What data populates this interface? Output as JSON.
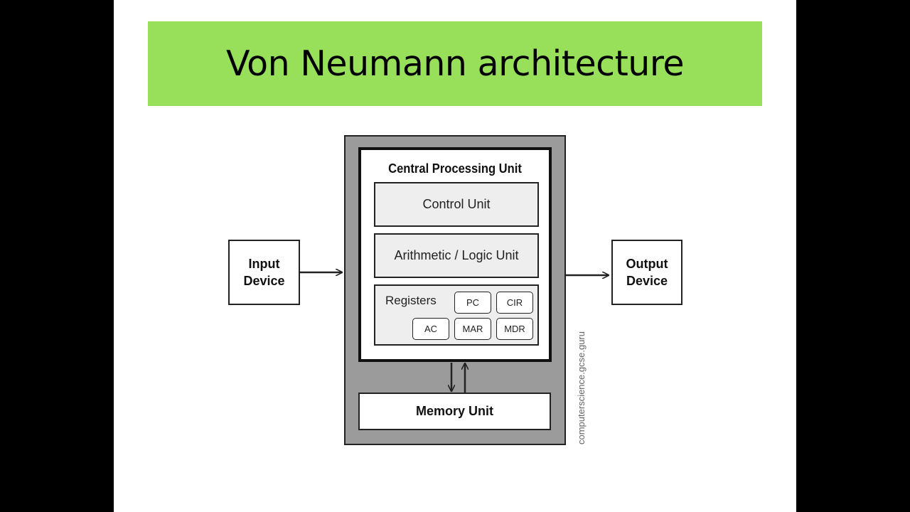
{
  "slide": {
    "title": "Von Neumann architecture"
  },
  "diagram": {
    "cpu_title": "Central Processing Unit",
    "control_unit": "Control Unit",
    "alu": "Arithmetic / Logic Unit",
    "registers_label": "Registers",
    "registers": {
      "pc": "PC",
      "cir": "CIR",
      "ac": "AC",
      "mar": "MAR",
      "mdr": "MDR"
    },
    "input_device": "Input Device",
    "output_device": "Output Device",
    "memory_unit": "Memory Unit",
    "credit": "computerscience.gcse.guru"
  },
  "colors": {
    "title_bar": "#98e05a",
    "outer_frame": "#9b9b9b",
    "unit_fill": "#eeeeee"
  }
}
